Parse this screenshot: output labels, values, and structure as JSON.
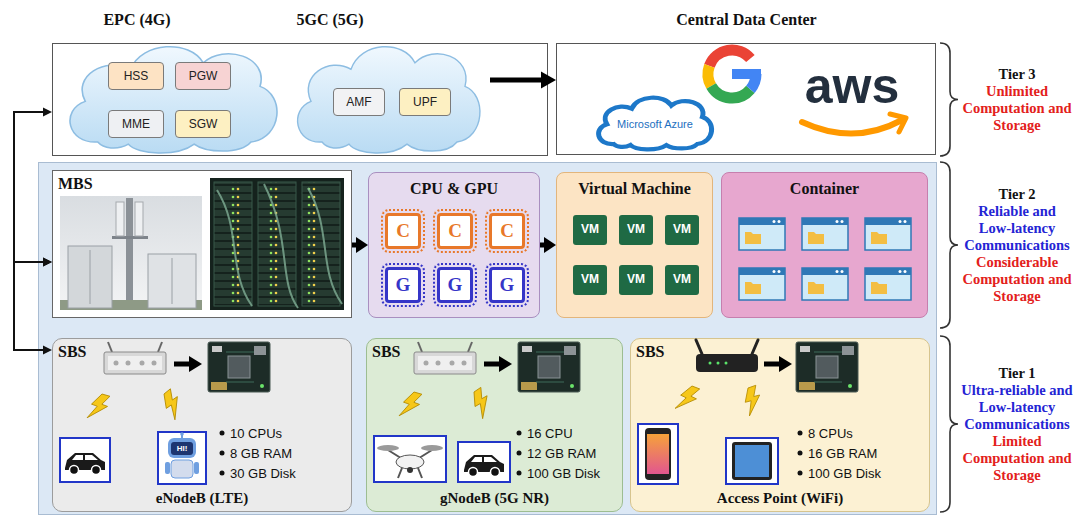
{
  "diagram": {
    "nodes": [
      {
        "text": [
          "EPC (4G)"
        ]
      },
      {
        "text": [
          "HSS"
        ],
        "in": 0
      },
      {
        "text": [
          "PGW"
        ],
        "in": 0
      },
      {
        "text": [
          "MME"
        ],
        "in": 0
      },
      {
        "text": [
          "SGW"
        ],
        "in": 0
      },
      {
        "text": [
          "5GC (5G)"
        ]
      },
      {
        "text": [
          "AMF"
        ],
        "in": 5
      },
      {
        "text": [
          "UPF"
        ],
        "in": 5
      },
      {
        "text": [
          "Central Data Center"
        ]
      },
      {
        "text": [
          "MBS"
        ]
      },
      {
        "text": [
          "CPU & GPU"
        ]
      },
      {
        "text": [
          "C"
        ],
        "in": 10
      },
      {
        "text": [
          "C"
        ],
        "in": 10
      },
      {
        "text": [
          "C"
        ],
        "in": 10
      },
      {
        "text": [
          "G"
        ],
        "in": 10
      },
      {
        "text": [
          "G"
        ],
        "in": 10
      },
      {
        "text": [
          "G"
        ],
        "in": 10
      },
      {
        "text": [
          "Virtual Machine"
        ]
      },
      {
        "text": [
          "VM"
        ],
        "in": 17
      },
      {
        "text": [
          "VM"
        ],
        "in": 17
      },
      {
        "text": [
          "VM"
        ],
        "in": 17
      },
      {
        "text": [
          "VM"
        ],
        "in": 17
      },
      {
        "text": [
          "VM"
        ],
        "in": 17
      },
      {
        "text": [
          "VM"
        ],
        "in": 17
      },
      {
        "text": [
          "Container"
        ]
      },
      {
        "text": [
          "SBS",
          "10 CPUs",
          "8 GB RAM",
          "30 GB Disk",
          "eNodeB (LTE)"
        ]
      },
      {
        "text": [
          "SBS",
          "16 CPU",
          "12 GB RAM",
          "100 GB Disk",
          "gNodeB (5G NR)"
        ]
      },
      {
        "text": [
          "SBS",
          "8 CPUs",
          "16 GB RAM",
          "100 GB Disk",
          "Access Point (WiFi)"
        ]
      }
    ],
    "edges": [
      {
        "from": 5,
        "to": 8,
        "arrow": "to"
      },
      {
        "from": 9,
        "to": 10,
        "arrow": "to"
      },
      {
        "from": 10,
        "to": 17,
        "arrow": "to"
      },
      {
        "from": 25,
        "to": 9,
        "arrow": "both"
      },
      {
        "from": 9,
        "to": 0,
        "arrow": "both"
      }
    ],
    "labels": [
      "Microsoft Azure",
      "aws",
      "HI!",
      "Tier 3",
      "Unlimited Computation and Storage",
      "Tier 2",
      "Reliable and Low-latency Communications",
      "Considerable Computation and Storage",
      "Tier 1",
      "Ultra-reliable and Low-latency Communications",
      "Limited Computation and Storage"
    ]
  }
}
